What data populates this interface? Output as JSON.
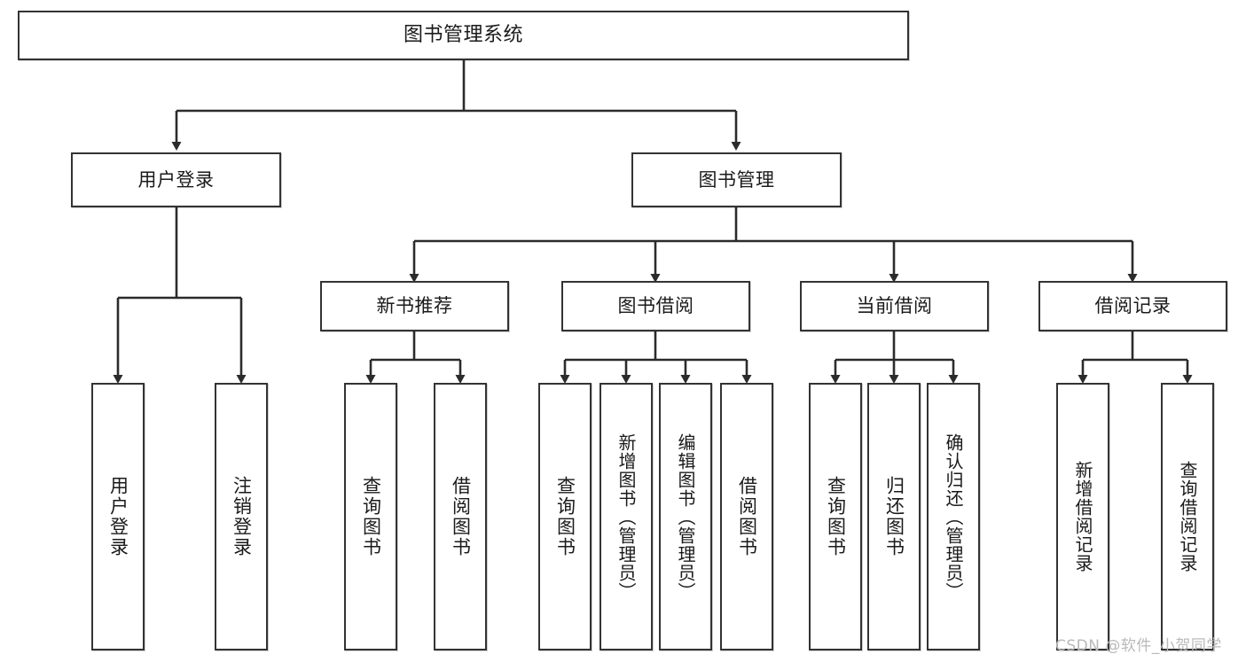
{
  "diagram": {
    "title": "图书管理系统",
    "root": {
      "label": "图书管理系统"
    },
    "level2": [
      {
        "label": "用户登录"
      },
      {
        "label": "图书管理"
      }
    ],
    "level3": [
      {
        "label": "新书推荐"
      },
      {
        "label": "图书借阅"
      },
      {
        "label": "当前借阅"
      },
      {
        "label": "借阅记录"
      }
    ],
    "leaves": {
      "user_login": [
        {
          "label": "用户登录"
        },
        {
          "label": "注销登录"
        }
      ],
      "new_book_recommend": [
        {
          "label": "查询图书"
        },
        {
          "label": "借阅图书"
        }
      ],
      "book_borrow": [
        {
          "label": "查询图书"
        },
        {
          "label": "新增图书（管理员）"
        },
        {
          "label": "编辑图书（管理员）"
        },
        {
          "label": "借阅图书"
        }
      ],
      "current_borrow": [
        {
          "label": "查询图书"
        },
        {
          "label": "归还图书"
        },
        {
          "label": "确认归还（管理员）"
        }
      ],
      "borrow_record": [
        {
          "label": "新增借阅记录"
        },
        {
          "label": "查询借阅记录"
        }
      ]
    }
  },
  "watermark": {
    "text": "CSDN @软件_小贺同学"
  },
  "colors": {
    "border": "#333333",
    "text": "#1a1a1a",
    "background": "#ffffff",
    "watermark": "#b9b9b9"
  }
}
